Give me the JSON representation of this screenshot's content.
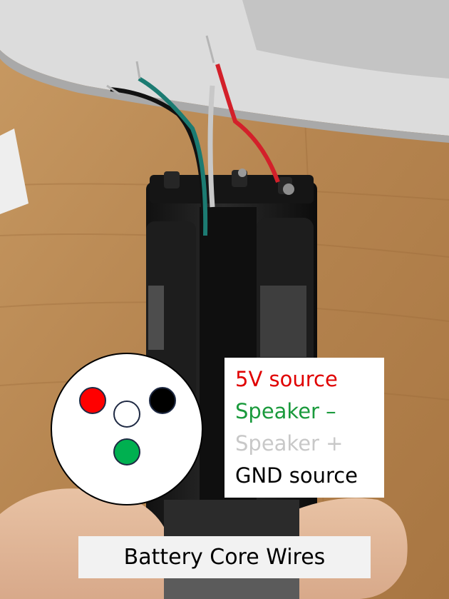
{
  "legend": {
    "items": [
      {
        "label": "5V source",
        "color": "#e00000"
      },
      {
        "label": "Speaker –",
        "color": "#1a9a3c"
      },
      {
        "label": "Speaker +",
        "color": "#c8c8c8"
      },
      {
        "label": "GND source",
        "color": "#000000"
      }
    ]
  },
  "caption": "Battery Core Wires",
  "connector_dots": [
    {
      "name": "red",
      "color": "#ff0000"
    },
    {
      "name": "white",
      "color": "#ffffff"
    },
    {
      "name": "black",
      "color": "#000000"
    },
    {
      "name": "green",
      "color": "#00b050"
    }
  ]
}
